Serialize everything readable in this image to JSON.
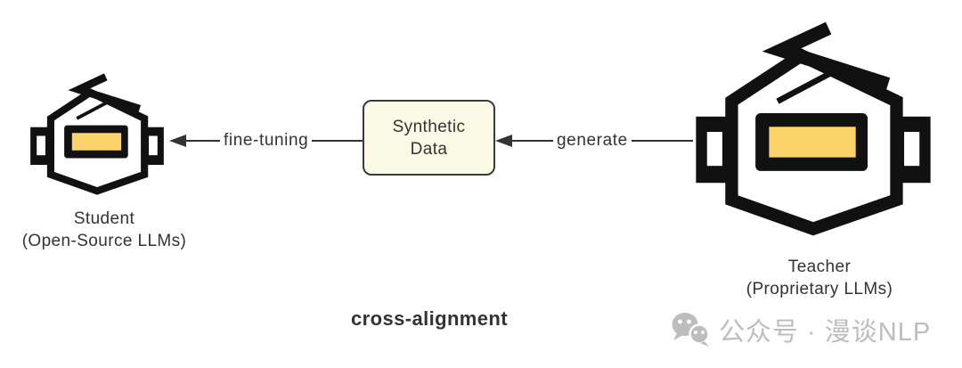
{
  "diagram": {
    "nodes": {
      "student": {
        "title": "Student",
        "subtitle": "(Open-Source LLMs)"
      },
      "teacher": {
        "title": "Teacher",
        "subtitle": "(Proprietary LLMs)"
      },
      "synthetic": {
        "line1": "Synthetic",
        "line2": "Data"
      }
    },
    "edges": {
      "generate_label": "generate",
      "fine_tuning_label": "fine-tuning"
    },
    "caption": "cross-alignment"
  },
  "watermark": {
    "text": "公众号 · 漫谈NLP",
    "icon": "wechat-icon"
  },
  "colors": {
    "background": "#FFFFFF",
    "ink": "#333333",
    "robot_black": "#111111",
    "robot_screen_yellow": "#FAD469",
    "box_fill": "#FAFAE6",
    "box_border": "#3A3A3A",
    "watermark_gray": "#BDBDBD"
  }
}
